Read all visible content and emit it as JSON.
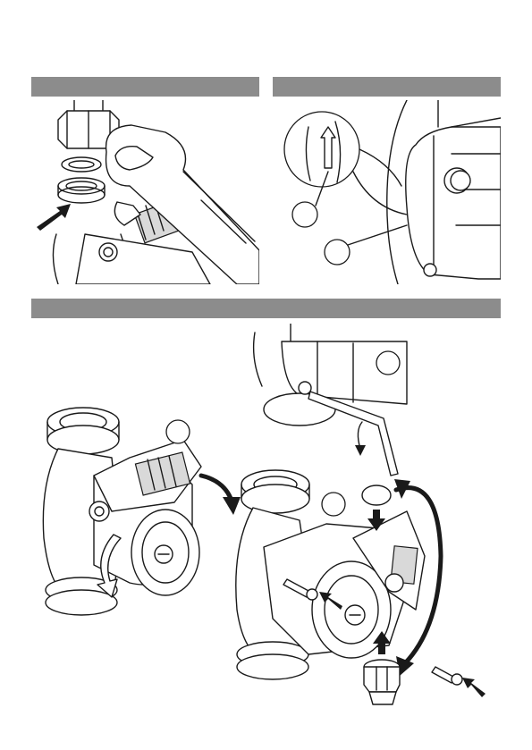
{
  "figure": {
    "steps": [
      {
        "id": "step-1",
        "bar_color": "#8c8c8c"
      },
      {
        "id": "step-2",
        "bar_color": "#8c8c8c"
      },
      {
        "id": "step-3",
        "bar_color": "#8c8c8c"
      }
    ],
    "callout_labels": [
      "",
      "",
      "",
      "",
      ""
    ],
    "line_color": "#1a1a1a",
    "highlight_color": "#d9d9d9",
    "icons": [
      "wrench-icon",
      "union-nut-icon",
      "seal-ring-icon",
      "pump-motor-icon",
      "hex-key-icon",
      "cable-gland-icon",
      "screw-icon",
      "arrow-icon",
      "flow-direction-arrow-icon"
    ]
  }
}
